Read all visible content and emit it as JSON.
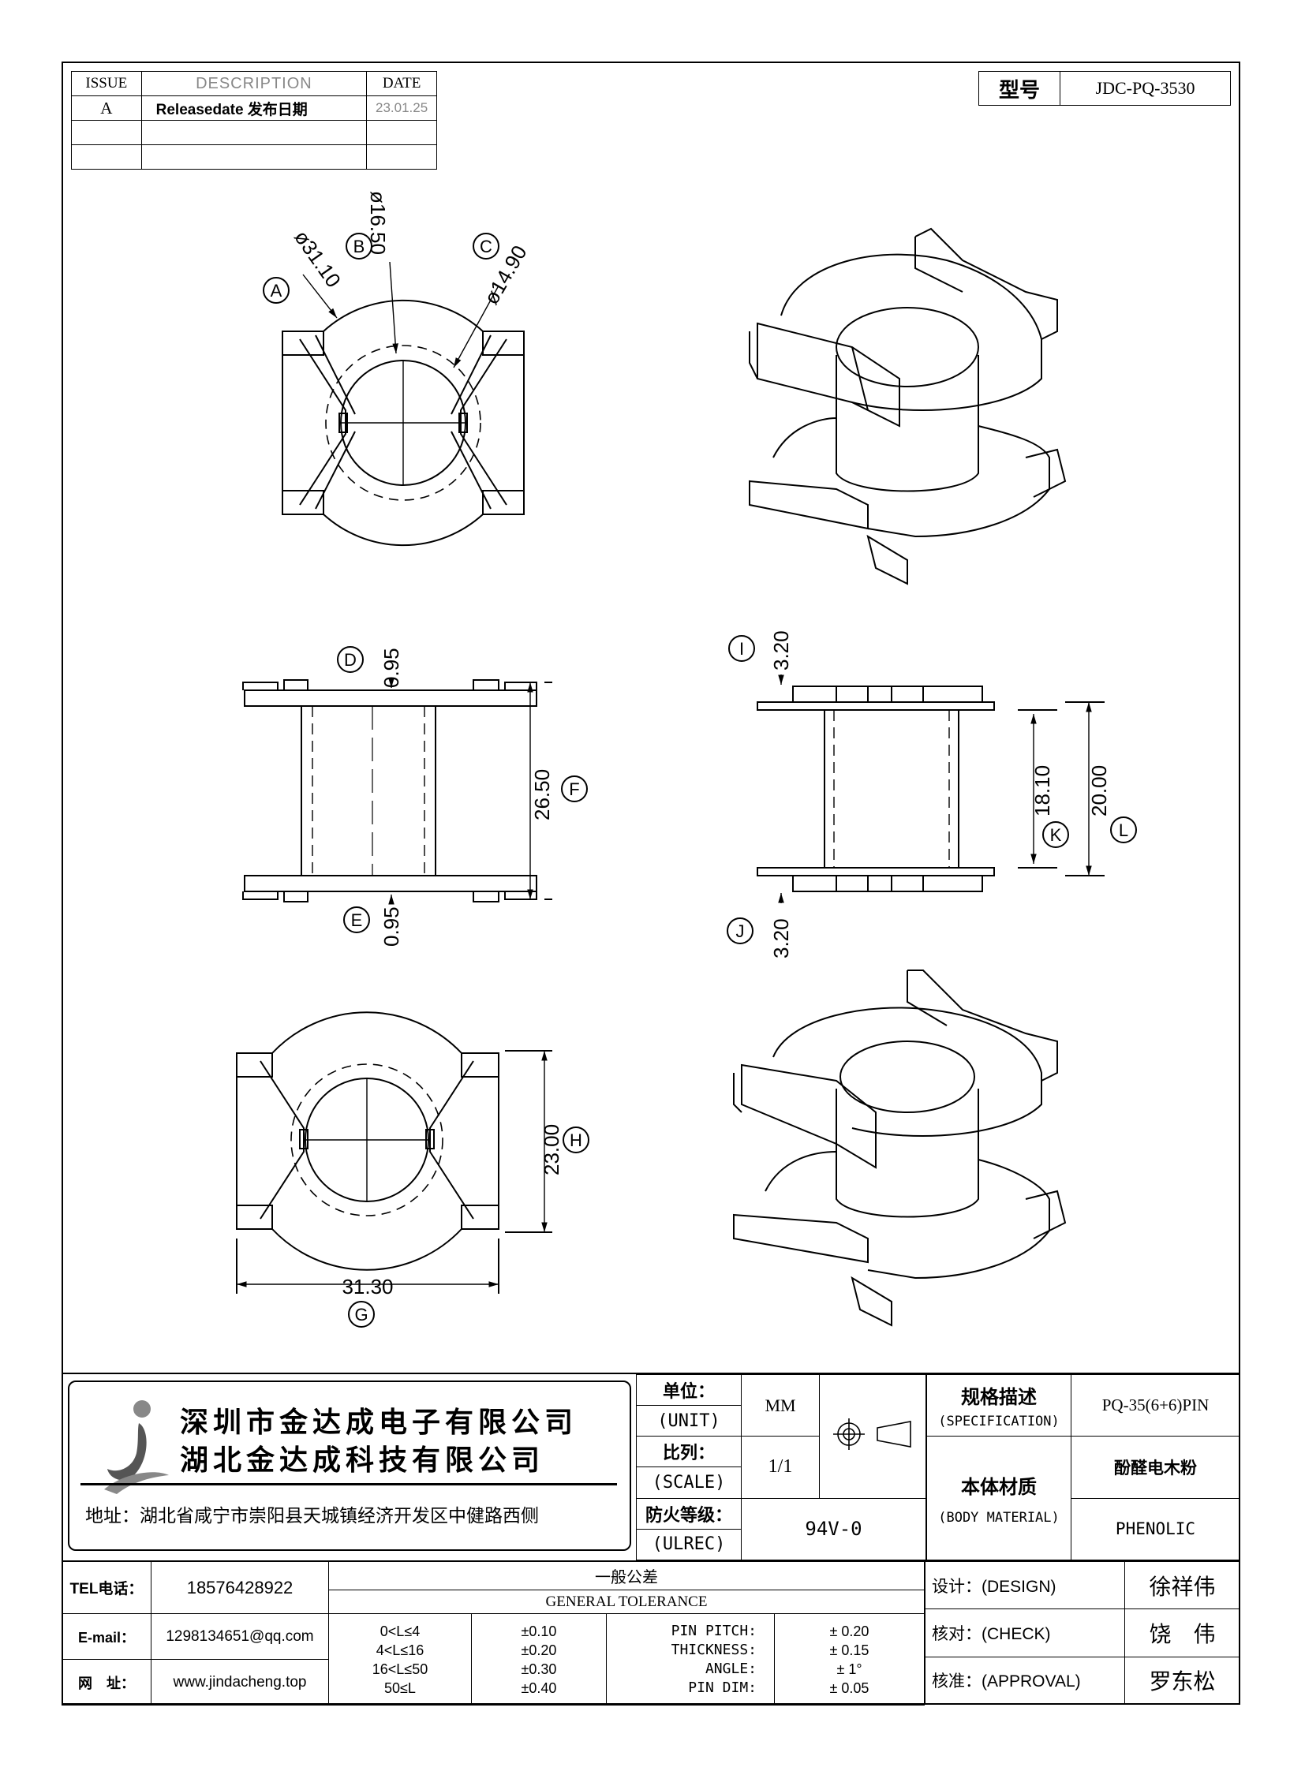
{
  "revision_table": {
    "headers": [
      "ISSUE",
      "DESCRIPTION",
      "DATE"
    ],
    "rows": [
      {
        "issue": "A",
        "description": "Releasedate 发布日期",
        "date": "23.01.25"
      }
    ]
  },
  "model": {
    "label": "型号",
    "value": "JDC-PQ-3530"
  },
  "dimensions": {
    "a": {
      "tag": "A",
      "value": "ø31.10"
    },
    "b": {
      "tag": "B",
      "value": "ø16.50"
    },
    "c": {
      "tag": "C",
      "value": "ø14.90"
    },
    "d": {
      "tag": "D",
      "value": "0.95"
    },
    "e": {
      "tag": "E",
      "value": "0.95"
    },
    "f": {
      "tag": "F",
      "value": "26.50"
    },
    "g": {
      "tag": "G",
      "value": "31.30"
    },
    "h": {
      "tag": "H",
      "value": "23.00"
    },
    "i": {
      "tag": "I",
      "value": "3.20"
    },
    "j": {
      "tag": "J",
      "value": "3.20"
    },
    "k": {
      "tag": "K",
      "value": "18.10"
    },
    "l": {
      "tag": "L",
      "value": "20.00"
    }
  },
  "company": {
    "name1": "深圳市金达成电子有限公司",
    "name2": "湖北金达成科技有限公司",
    "address": "地址：湖北省咸宁市崇阳县天城镇经济开发区中健路西侧",
    "tel_label": "TEL电话：",
    "tel": "18576428922",
    "email_label": "E-mail：",
    "email": "1298134651@qq.com",
    "web_label": "网　址：",
    "web": "www.jindacheng.top"
  },
  "specs": {
    "unit_label": "单位：",
    "unit_en": "(UNIT)",
    "unit_value": "MM",
    "scale_label": "比列：",
    "scale_en": "(SCALE)",
    "scale_value": "1/1",
    "fire_label": "防火等级：",
    "fire_en": "(ULREC)",
    "fire_value": "94V-0",
    "spec_label": "规格描述",
    "spec_en": "(SPECIFICATION)",
    "spec_value": "PQ-35(6+6)PIN",
    "material_label": "本体材质",
    "material_en": "(BODY MATERIAL)",
    "material_value": "酚醛电木粉",
    "material_value_en": "PHENOLIC"
  },
  "tolerance": {
    "title_cn": "一般公差",
    "title_en": "GENERAL TOLERANCE",
    "ranges": [
      "0<L≤4",
      "4<L≤16",
      "16<L≤50",
      "50≤L"
    ],
    "range_values": [
      "±0.10",
      "±0.20",
      "±0.30",
      "±0.40"
    ],
    "items": [
      "PIN PITCH:",
      "THICKNESS:",
      "ANGLE:",
      "PIN DIM:"
    ],
    "item_values": [
      "± 0.20",
      "± 0.15",
      "± 1°",
      "± 0.05"
    ]
  },
  "signoff": [
    {
      "role": "设计：(DESIGN)",
      "name": "徐祥伟"
    },
    {
      "role": "核对：(CHECK)",
      "name": "饶　伟"
    },
    {
      "role": "核准：(APPROVAL)",
      "name": "罗东松"
    }
  ]
}
